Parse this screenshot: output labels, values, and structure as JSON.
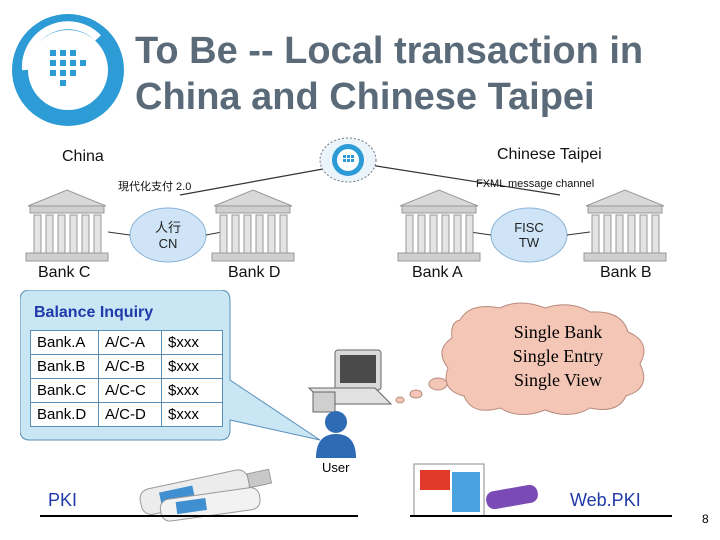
{
  "slide": {
    "title_line1": "To Be -- Local transaction in",
    "title_line2": "China and Chinese Taipei",
    "page_number": "8"
  },
  "regions": {
    "left": "China",
    "right": "Chinese Taipei"
  },
  "channels": {
    "left": "現代化支付 2.0",
    "right": "FXML message channel"
  },
  "hubs": {
    "cn_line1": "人行",
    "cn_line2": "CN",
    "tw_line1": "FISC",
    "tw_line2": "TW"
  },
  "banks": [
    "Bank C",
    "Bank D",
    "Bank A",
    "Bank B"
  ],
  "balance": {
    "title": "Balance Inquiry",
    "rows": [
      [
        "Bank.A",
        "A/C-A",
        "$xxx"
      ],
      [
        "Bank.B",
        "A/C-B",
        "$xxx"
      ],
      [
        "Bank.C",
        "A/C-C",
        "$xxx"
      ],
      [
        "Bank.D",
        "A/C-D",
        "$xxx"
      ]
    ]
  },
  "thought": {
    "line1": "Single Bank",
    "line2": "Single Entry",
    "line3": "Single View"
  },
  "user_label": "User",
  "pki": {
    "left": "PKI",
    "right": "Web.PKI"
  },
  "colors": {
    "title": "#5a6a78",
    "hub_fill": "#cfe4f7",
    "balance_fill": "#c9e6f5",
    "thought_fill": "#f4c6b6",
    "link_text": "#1f3aa8"
  }
}
